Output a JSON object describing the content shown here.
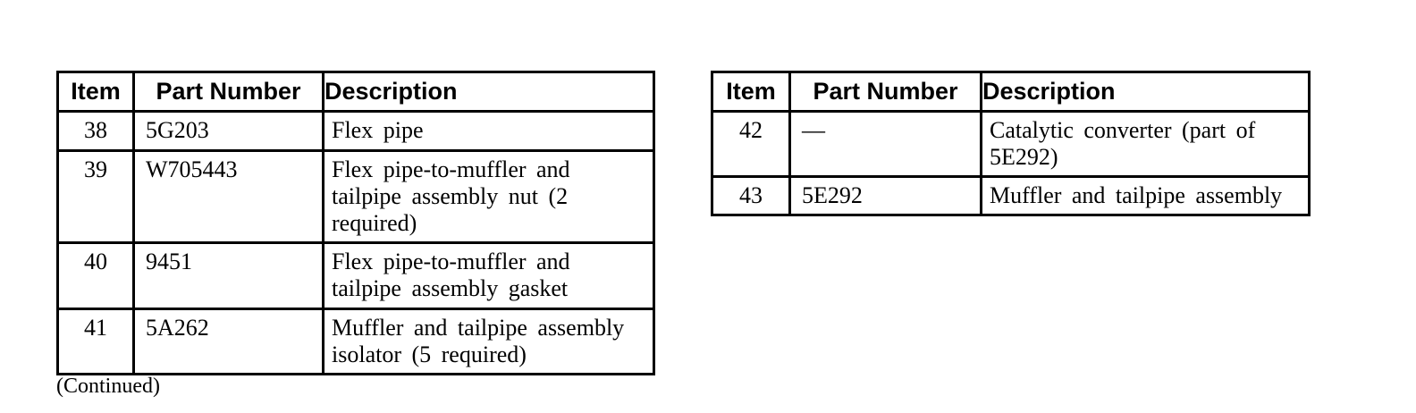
{
  "page": {
    "continued_note": "(Continued)",
    "colors": {
      "background": "#ffffff",
      "text": "#000000",
      "border": "#000000"
    }
  },
  "tables": [
    {
      "name": "parts-table-left",
      "headers": {
        "item": "Item",
        "part_number": "Part Number",
        "description": "Description"
      },
      "rows": [
        {
          "item": "38",
          "part_number": "5G203",
          "description": "Flex pipe"
        },
        {
          "item": "39",
          "part_number": "W705443",
          "description": "Flex pipe-to-muffler and tailpipe assembly nut (2 required)"
        },
        {
          "item": "40",
          "part_number": "9451",
          "description": "Flex pipe-to-muffler and tailpipe assembly gasket"
        },
        {
          "item": "41",
          "part_number": "5A262",
          "description": "Muffler and tailpipe assembly isolator (5 required)"
        }
      ]
    },
    {
      "name": "parts-table-right",
      "headers": {
        "item": "Item",
        "part_number": "Part Number",
        "description": "Description"
      },
      "rows": [
        {
          "item": "42",
          "part_number": "—",
          "description": "Catalytic converter (part of 5E292)"
        },
        {
          "item": "43",
          "part_number": "5E292",
          "description": "Muffler and tailpipe assembly"
        }
      ]
    }
  ]
}
